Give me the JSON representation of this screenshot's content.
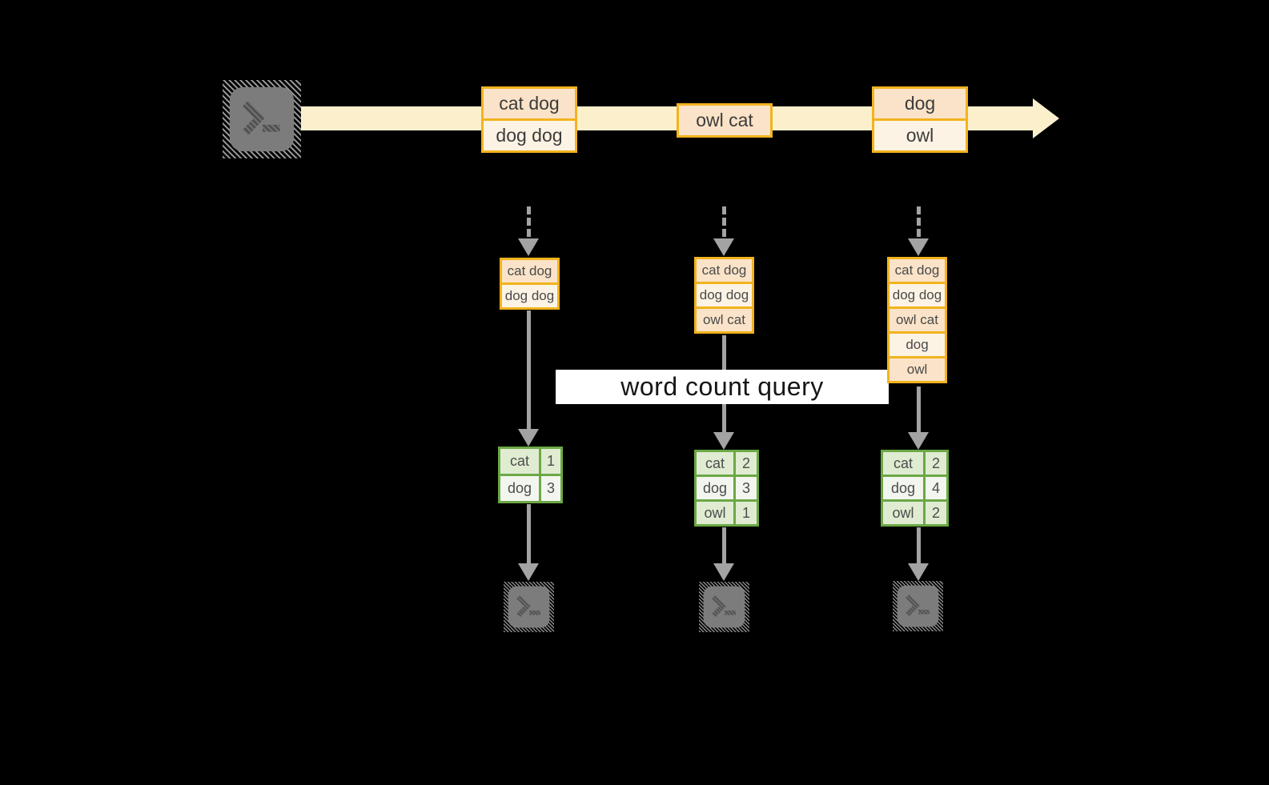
{
  "query_label": "word count query",
  "colors": {
    "background": "#000000",
    "stream_band": "#fcf0cc",
    "box_border_gold": "#f2b31d",
    "cell_fill_peach": "#fae3c8",
    "cell_fill_cream": "#fdf3e4",
    "result_border_green": "#6ca845",
    "result_row_green": "#dfecd2",
    "result_row_light": "#f2f6ee",
    "arrow_gray": "#a3a3a3",
    "terminal_gray": "#7c7c7c"
  },
  "stream_batches": [
    {
      "records": [
        "cat dog",
        "dog dog"
      ]
    },
    {
      "records": [
        "owl cat"
      ]
    },
    {
      "records": [
        "dog",
        "owl"
      ]
    }
  ],
  "unbounded_tables": [
    {
      "lines": [
        "cat dog",
        "dog dog"
      ]
    },
    {
      "lines": [
        "cat dog",
        "dog dog",
        "owl cat"
      ]
    },
    {
      "lines": [
        "cat dog",
        "dog dog",
        "owl cat",
        "dog",
        "owl"
      ]
    }
  ],
  "results": [
    {
      "rows": [
        {
          "word": "cat",
          "count": "1"
        },
        {
          "word": "dog",
          "count": "3"
        }
      ]
    },
    {
      "rows": [
        {
          "word": "cat",
          "count": "2"
        },
        {
          "word": "dog",
          "count": "3"
        },
        {
          "word": "owl",
          "count": "1"
        }
      ]
    },
    {
      "rows": [
        {
          "word": "cat",
          "count": "2"
        },
        {
          "word": "dog",
          "count": "4"
        },
        {
          "word": "owl",
          "count": "2"
        }
      ]
    }
  ]
}
